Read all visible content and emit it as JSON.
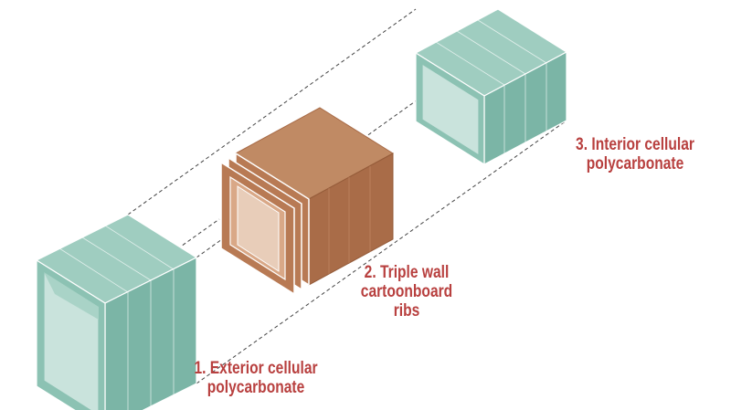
{
  "labels": {
    "exterior": {
      "line1": "1. Exterior cellular",
      "line2": "polycarbonate"
    },
    "ribs": {
      "line1": "2. Triple wall",
      "line2": "cartoonboard",
      "line3": "ribs"
    },
    "interior": {
      "line1": "3. Interior cellular",
      "line2": "polycarbonate"
    }
  },
  "colors": {
    "label": "#b8403f",
    "polycarbonate_front": "#8cc2b3",
    "polycarbonate_side": "#7bb5a6",
    "polycarbonate_top": "#9fcdc0",
    "polycarbonate_inner": "#c9e3dc",
    "cardboard_front": "#b87a54",
    "cardboard_side": "#a96c48",
    "cardboard_inner": "#e8cdb9",
    "guide_line": "#444444"
  },
  "components": [
    {
      "name": "exterior-polycarbonate",
      "material": "cellular polycarbonate"
    },
    {
      "name": "triple-wall-ribs",
      "material": "triple wall cartoonboard"
    },
    {
      "name": "interior-polycarbonate",
      "material": "cellular polycarbonate"
    }
  ]
}
